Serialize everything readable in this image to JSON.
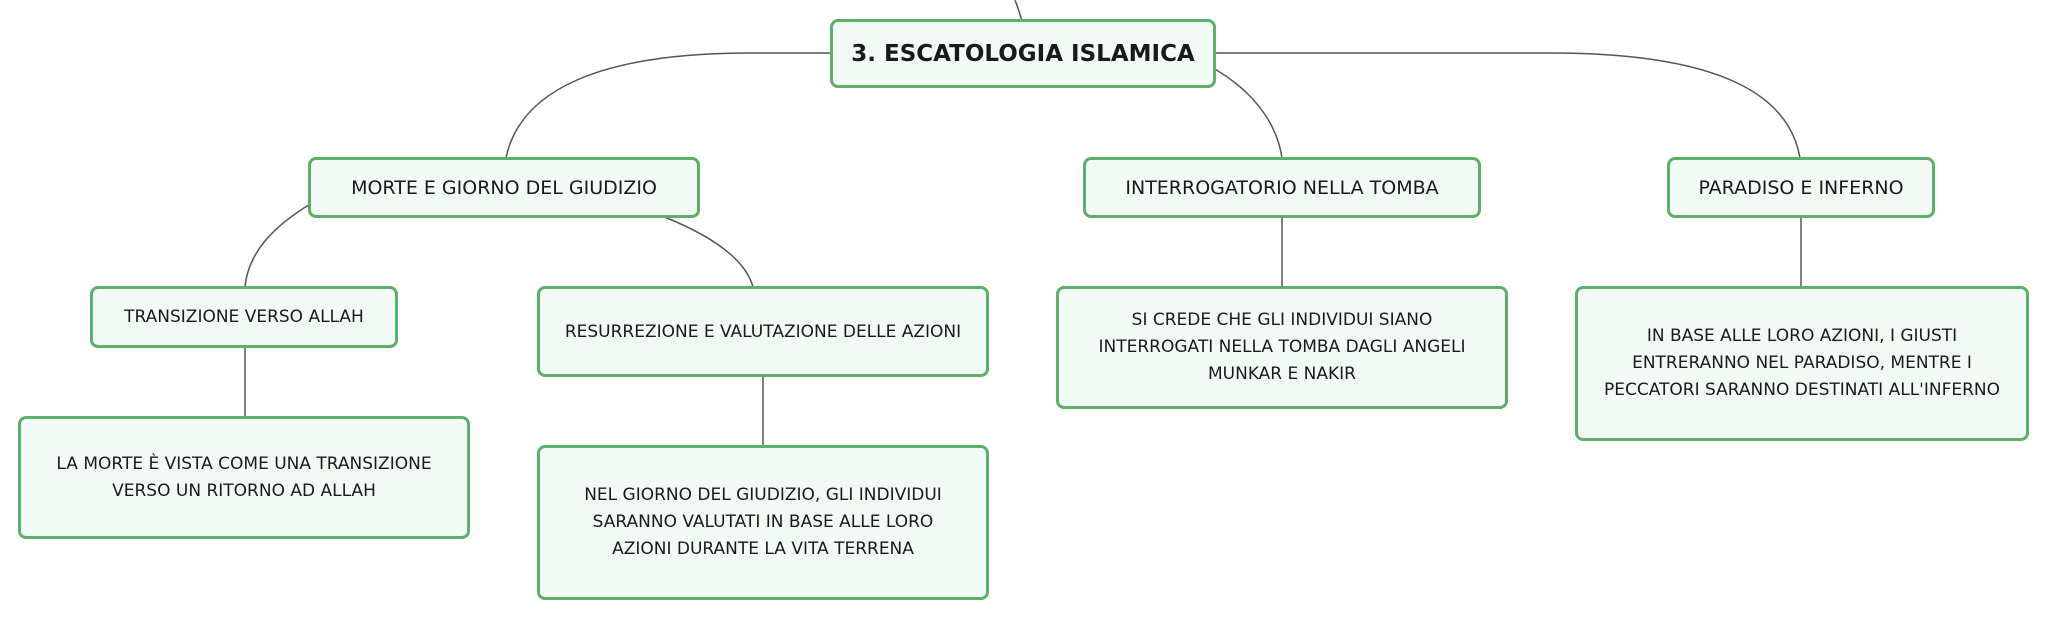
{
  "diagram": {
    "root": {
      "label": "3. ESCATOLOGIA ISLAMICA"
    },
    "branches": [
      {
        "label": "MORTE E GIORNO DEL GIUDIZIO",
        "children": [
          {
            "label": "TRANSIZIONE VERSO ALLAH",
            "detail": "LA MORTE È VISTA COME UNA TRANSIZIONE VERSO UN RITORNO AD ALLAH"
          },
          {
            "label": "RESURREZIONE E VALUTAZIONE DELLE AZIONI",
            "detail": "NEL GIORNO DEL GIUDIZIO, GLI INDIVIDUI SARANNO VALUTATI IN BASE ALLE LORO AZIONI DURANTE LA VITA TERRENA"
          }
        ]
      },
      {
        "label": "INTERROGATORIO NELLA TOMBA",
        "detail": "SI CREDE CHE GLI INDIVIDUI SIANO INTERROGATI NELLA TOMBA DAGLI ANGELI MUNKAR E NAKIR"
      },
      {
        "label": "PARADISO E INFERNO",
        "detail": "IN BASE ALLE LORO AZIONI, I GIUSTI ENTRERANNO NEL PARADISO, MENTRE I PECCATORI SARANNO DESTINATI ALL'INFERNO"
      }
    ]
  },
  "colors": {
    "node_border": "#5cb06a",
    "node_fill": "#f3faf5",
    "connector": "#555555"
  }
}
